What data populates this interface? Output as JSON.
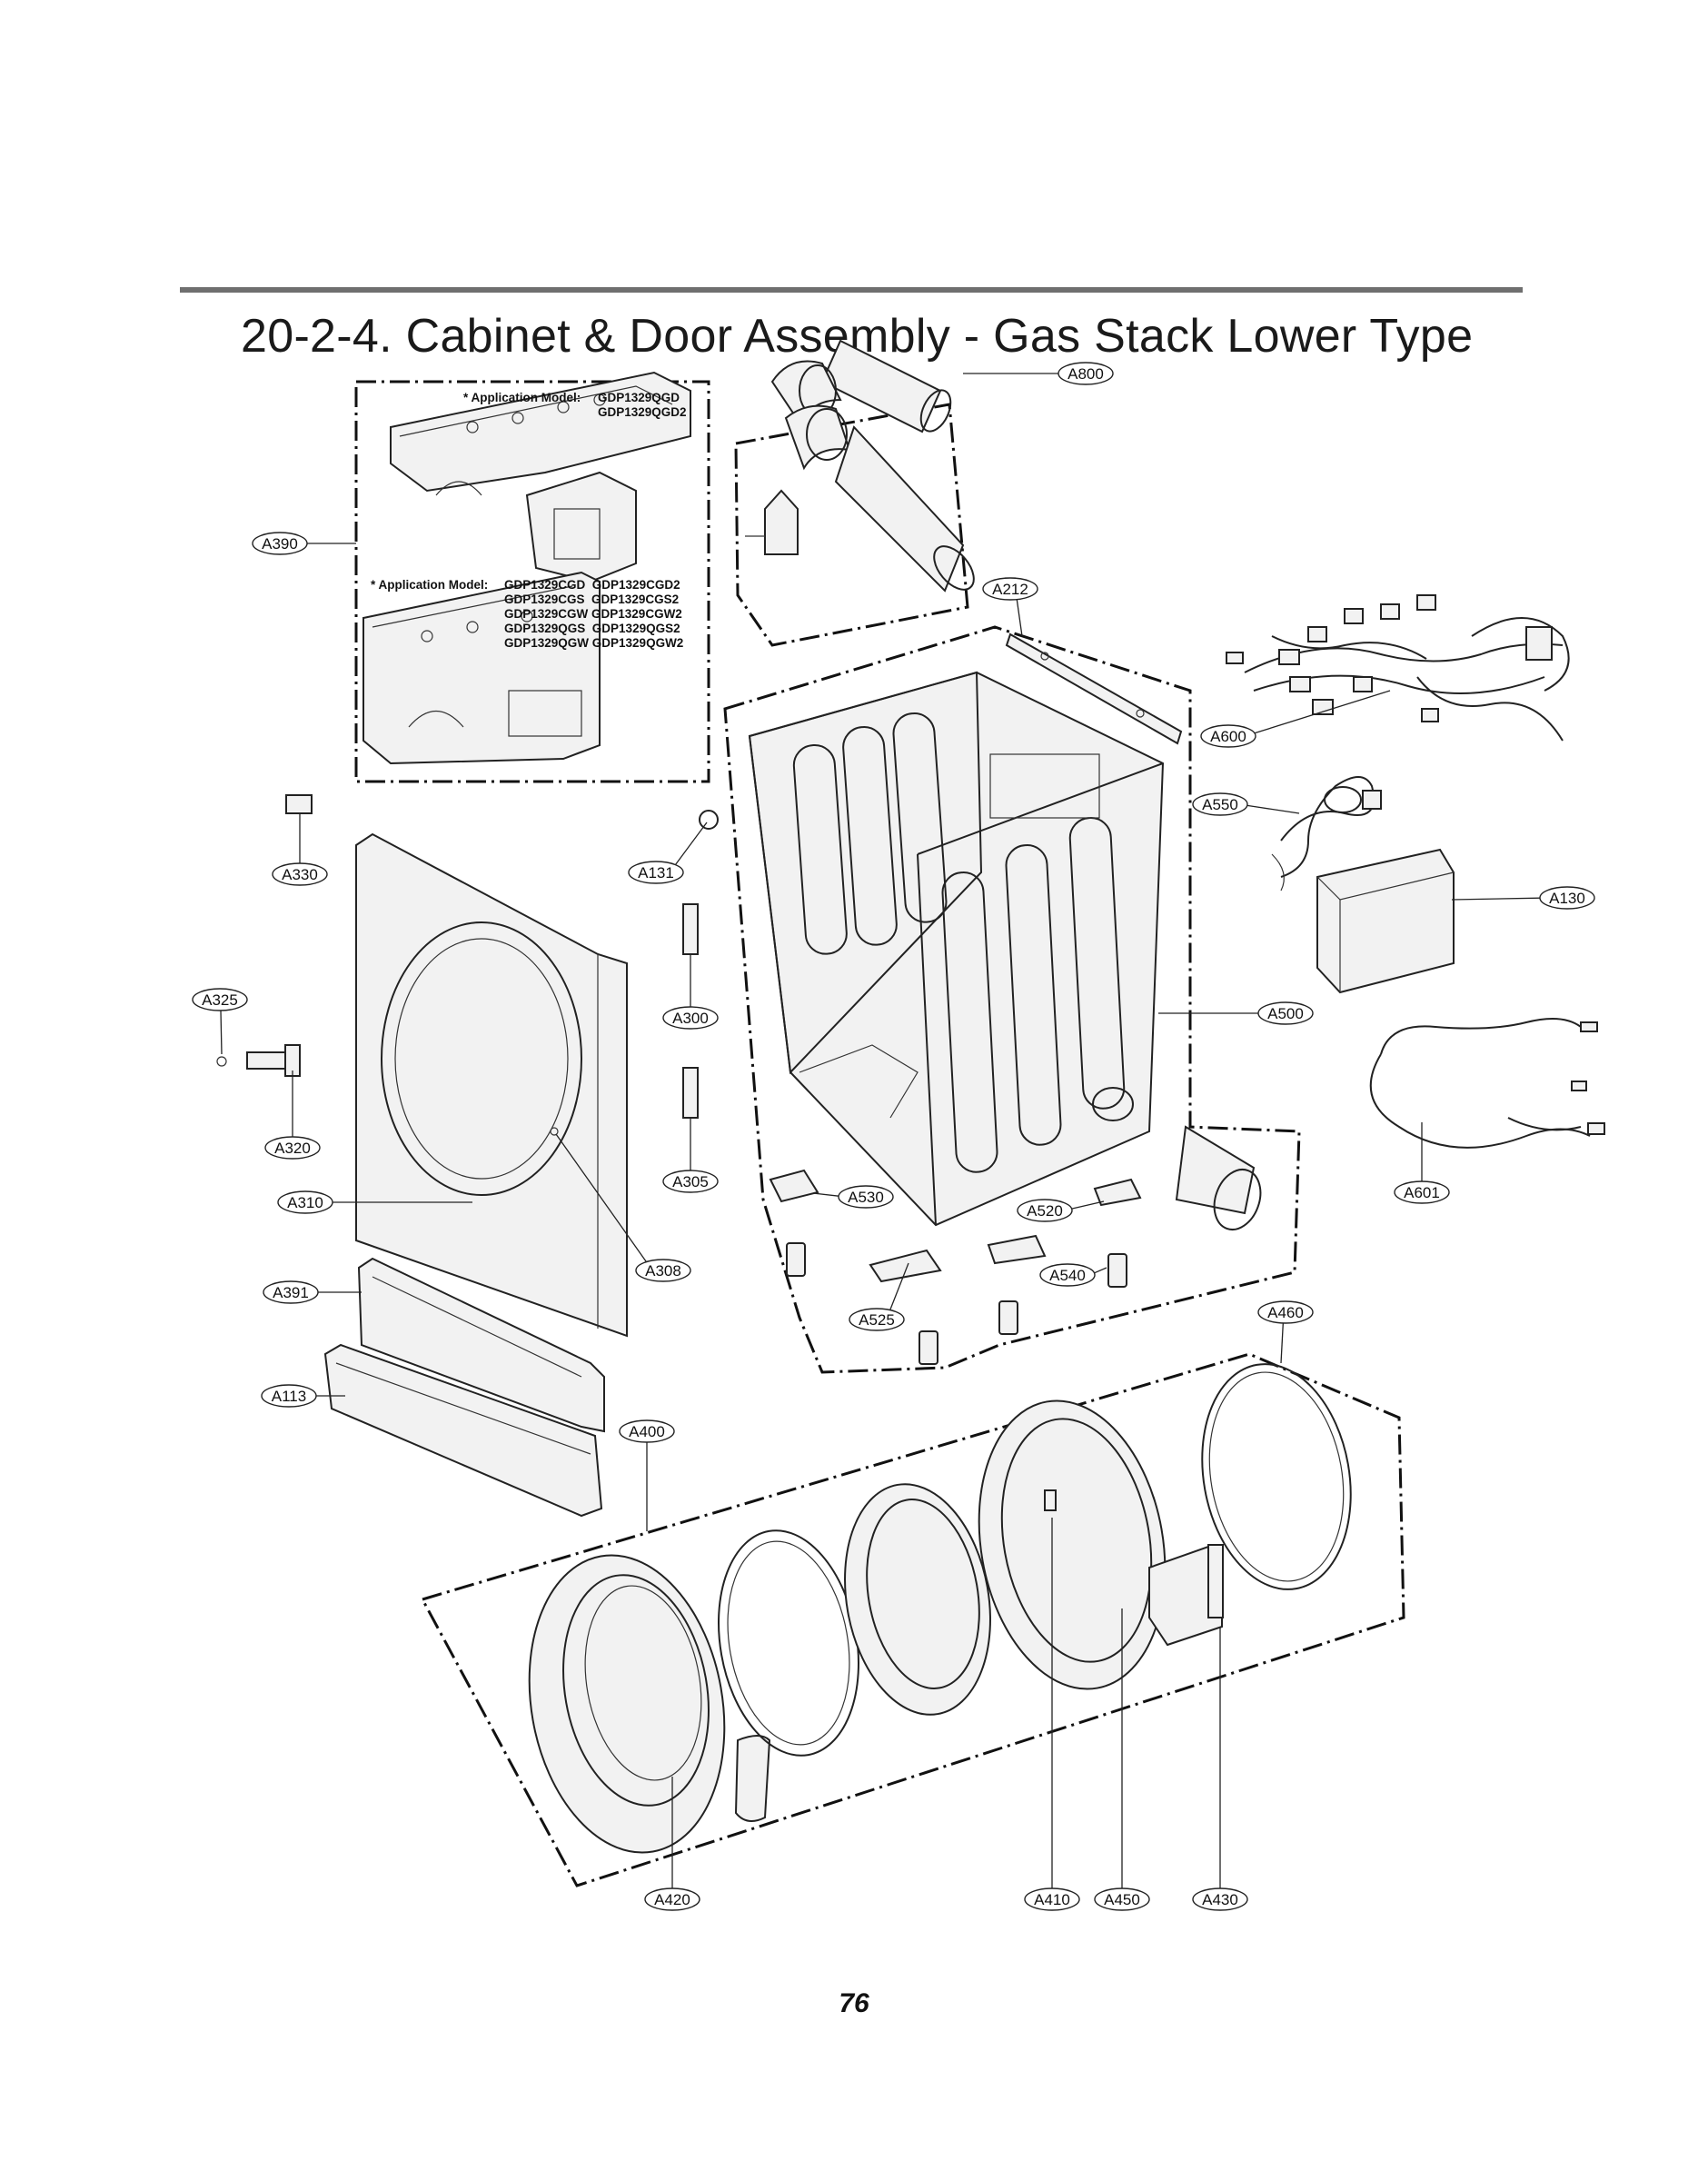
{
  "header": {
    "title": "20-2-4. Cabinet & Door Assembly - Gas Stack Lower Type"
  },
  "notes": {
    "model_note_1": {
      "label": "* Application Model:",
      "models_line1": "GDP1329QGD",
      "models_line2": "GDP1329QGD2"
    },
    "model_note_2": {
      "label": "* Application Model:",
      "rows": [
        "GDP1329CGD  GDP1329CGD2",
        "GDP1329CGS  GDP1329CGS2",
        "GDP1329CGW GDP1329CGW2",
        "GDP1329QGS  GDP1329QGS2",
        "GDP1329QGW GDP1329QGW2"
      ]
    }
  },
  "callouts": [
    {
      "id": "A390"
    },
    {
      "id": "A800"
    },
    {
      "id": "A212"
    },
    {
      "id": "A600"
    },
    {
      "id": "A550"
    },
    {
      "id": "A130"
    },
    {
      "id": "A330"
    },
    {
      "id": "A131"
    },
    {
      "id": "A325"
    },
    {
      "id": "A300"
    },
    {
      "id": "A500"
    },
    {
      "id": "A320"
    },
    {
      "id": "A305"
    },
    {
      "id": "A601"
    },
    {
      "id": "A310"
    },
    {
      "id": "A530"
    },
    {
      "id": "A520"
    },
    {
      "id": "A308"
    },
    {
      "id": "A540"
    },
    {
      "id": "A391"
    },
    {
      "id": "A525"
    },
    {
      "id": "A460"
    },
    {
      "id": "A113"
    },
    {
      "id": "A400"
    },
    {
      "id": "A420"
    },
    {
      "id": "A410"
    },
    {
      "id": "A450"
    },
    {
      "id": "A430"
    }
  ],
  "footer": {
    "page_number": "76"
  }
}
